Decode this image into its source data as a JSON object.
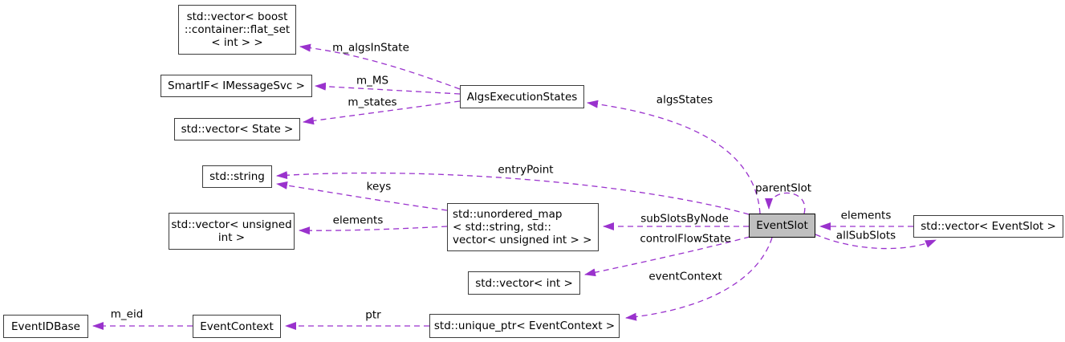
{
  "colors": {
    "background": "#ffffff",
    "edge": "#9a32cd",
    "node_border": "#3c3c3c",
    "node_fill": "#ffffff",
    "highlight_node_fill": "#bfbfbf",
    "text": "#000000"
  },
  "nodes": [
    {
      "name": "std-vector-boost-container-flat-set-int",
      "label": "std::vector< boost\n::container::flat_set\n< int > >"
    },
    {
      "name": "smartif-imessagesvc",
      "label": "SmartIF< IMessageSvc >"
    },
    {
      "name": "std-vector-state",
      "label": "std::vector< State >"
    },
    {
      "name": "std-string",
      "label": "std::string"
    },
    {
      "name": "std-vector-unsigned-int",
      "label": "std::vector< unsigned\nint >"
    },
    {
      "name": "algs-execution-states",
      "label": "AlgsExecutionStates"
    },
    {
      "name": "std-unordered-map-string-vector-unsigned-int",
      "label": "std::unordered_map\n< std::string, std::\nvector< unsigned int > >"
    },
    {
      "name": "std-vector-int",
      "label": "std::vector< int >"
    },
    {
      "name": "event-id-base",
      "label": "EventIDBase"
    },
    {
      "name": "event-context",
      "label": "EventContext"
    },
    {
      "name": "std-unique-ptr-event-context",
      "label": "std::unique_ptr< EventContext >"
    },
    {
      "name": "event-slot",
      "label": "EventSlot"
    },
    {
      "name": "std-vector-event-slot",
      "label": "std::vector< EventSlot >"
    }
  ],
  "edges": [
    {
      "label": "m_algsInState",
      "from": "AlgsExecutionStates",
      "to": "std::vector< boost::container::flat_set< int > >"
    },
    {
      "label": "m_MS",
      "from": "AlgsExecutionStates",
      "to": "SmartIF< IMessageSvc >"
    },
    {
      "label": "m_states",
      "from": "AlgsExecutionStates",
      "to": "std::vector< State >"
    },
    {
      "label": "algsStates",
      "from": "EventSlot",
      "to": "AlgsExecutionStates"
    },
    {
      "label": "entryPoint",
      "from": "EventSlot",
      "to": "std::string"
    },
    {
      "label": "keys",
      "from": "std::unordered_map< std::string, std::vector< unsigned int > >",
      "to": "std::string"
    },
    {
      "label": "elements",
      "from": "std::unordered_map< std::string, std::vector< unsigned int > >",
      "to": "std::vector< unsigned int >"
    },
    {
      "label": "subSlotsByNode",
      "from": "EventSlot",
      "to": "std::unordered_map< std::string, std::vector< unsigned int > >"
    },
    {
      "label": "controlFlowState",
      "from": "EventSlot",
      "to": "std::vector< int >"
    },
    {
      "label": "eventContext",
      "from": "EventSlot",
      "to": "std::unique_ptr< EventContext >"
    },
    {
      "label": "ptr",
      "from": "std::unique_ptr< EventContext >",
      "to": "EventContext"
    },
    {
      "label": "m_eid",
      "from": "EventContext",
      "to": "EventIDBase"
    },
    {
      "label": "parentSlot",
      "from": "EventSlot",
      "to": "EventSlot"
    },
    {
      "label": "elements",
      "from": "std::vector< EventSlot >",
      "to": "EventSlot"
    },
    {
      "label": "allSubSlots",
      "from": "EventSlot",
      "to": "std::vector< EventSlot >"
    }
  ]
}
